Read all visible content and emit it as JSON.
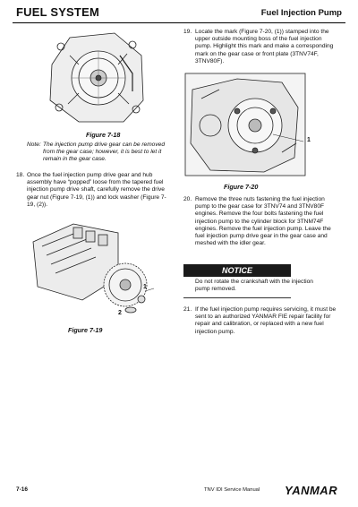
{
  "header": {
    "section": "FUEL SYSTEM",
    "topic": "Fuel Injection Pump"
  },
  "figures": {
    "fig18": {
      "caption": "Figure 7-18"
    },
    "fig19": {
      "caption": "Figure 7-19",
      "callout1": "1",
      "callout2": "2"
    },
    "fig20": {
      "caption": "Figure 7-20",
      "callout1": "1"
    }
  },
  "left": {
    "note_label": "Note:",
    "note_text": "The injection pump drive gear can be removed from the gear case; however, it is best to let it remain in the gear case.",
    "step18_num": "18.",
    "step18_text": "Once the fuel injection pump drive gear and hub assembly have “popped” loose from the tapered fuel injection pump drive shaft, carefully remove the drive gear nut (Figure 7-19, (1)) and lock washer (Figure 7-19, (2))."
  },
  "right": {
    "step19_num": "19.",
    "step19_text": "Locate the mark (Figure 7-20, (1)) stamped into the upper outside mounting boss of the fuel injection pump. Highlight this mark and make a corresponding mark on the gear case or front plate (3TNV74F, 3TNV80F).",
    "step20_num": "20.",
    "step20_text": "Remove the three nuts fastening the fuel injection pump to the gear case for 3TNV74 and 3TNV80F engines. Remove the four bolts fastening the fuel injection pump to the cylinder block for 3TNM74F engines. Remove the fuel injection pump. Leave the fuel injection pump drive gear in the gear case and meshed with the idler gear.",
    "notice_label": "NOTICE",
    "notice_text": "Do not rotate the crankshaft with the injection pump removed.",
    "step21_num": "21.",
    "step21_text": "If the fuel injection pump requires servicing, it must be sent to an authorized YANMAR FIE repair facility for repair and calibration, or replaced with a new fuel injection pump."
  },
  "footer": {
    "page": "7-16",
    "manual": "TNV IDI Service Manual",
    "brand": "YANMAR"
  }
}
